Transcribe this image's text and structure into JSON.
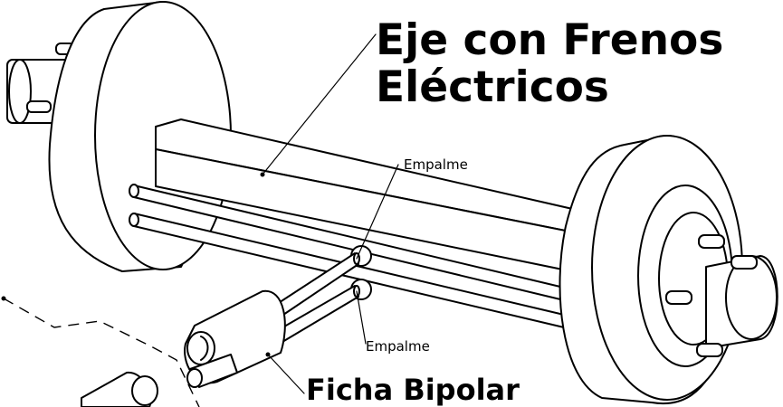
{
  "title": {
    "line1": "Eje con Frenos",
    "line2": "Eléctricos"
  },
  "callouts": {
    "splice_top": "Empalme",
    "splice_bottom": "Empalme"
  },
  "connector": {
    "label": "Ficha Bipolar"
  },
  "colors": {
    "ink": "#000000",
    "background": "#ffffff"
  }
}
